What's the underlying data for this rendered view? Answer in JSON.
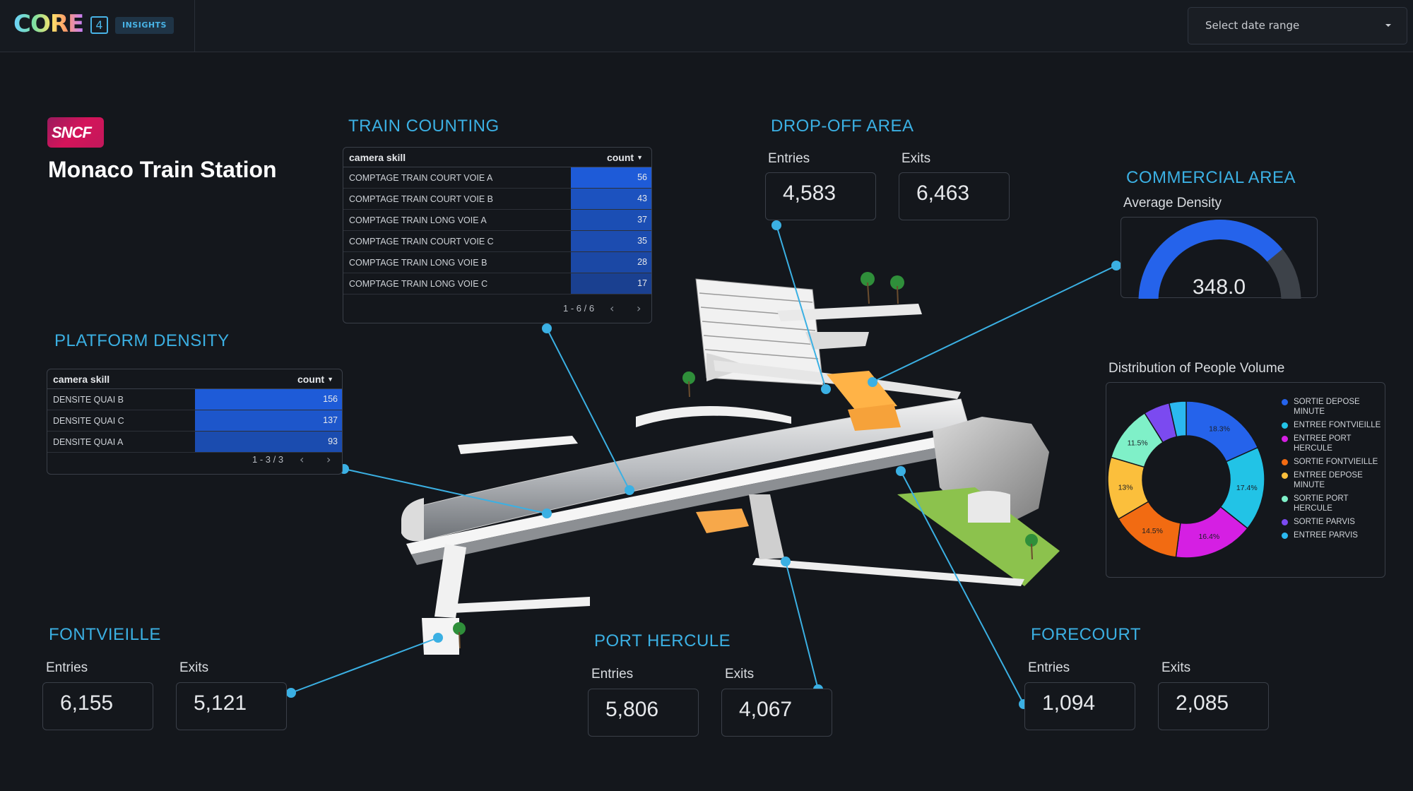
{
  "header": {
    "logo_text": "CORE",
    "logo_version": "4",
    "logo_tag": "INSIGHTS",
    "date_range_placeholder": "Select date range"
  },
  "station": {
    "brand_logo": "SNCF",
    "title": "Monaco Train Station"
  },
  "train_counting": {
    "title": "TRAIN COUNTING",
    "col_skill": "camera skill",
    "col_count": "count",
    "rows": [
      {
        "label": "COMPTAGE TRAIN COURT VOIE A",
        "value": "56"
      },
      {
        "label": "COMPTAGE TRAIN COURT VOIE B",
        "value": "43"
      },
      {
        "label": "COMPTAGE TRAIN LONG VOIE A",
        "value": "37"
      },
      {
        "label": "COMPTAGE TRAIN COURT VOIE C",
        "value": "35"
      },
      {
        "label": "COMPTAGE TRAIN LONG VOIE B",
        "value": "28"
      },
      {
        "label": "COMPTAGE TRAIN LONG VOIE C",
        "value": "17"
      }
    ],
    "pager": "1 - 6 / 6"
  },
  "platform_density": {
    "title": "PLATFORM DENSITY",
    "col_skill": "camera skill",
    "col_count": "count",
    "rows": [
      {
        "label": "DENSITE QUAI B",
        "value": "156"
      },
      {
        "label": "DENSITE QUAI C",
        "value": "137"
      },
      {
        "label": "DENSITE QUAI A",
        "value": "93"
      }
    ],
    "pager": "1 - 3 / 3"
  },
  "drop_off": {
    "title": "DROP-OFF AREA",
    "entries_label": "Entries",
    "exits_label": "Exits",
    "entries": "4,583",
    "exits": "6,463"
  },
  "commercial": {
    "title": "COMMERCIAL AREA",
    "density_label": "Average Density",
    "density_value": "348.0",
    "gauge_fraction": 0.78
  },
  "distribution": {
    "title": "Distribution of People Volume"
  },
  "fontvieille": {
    "title": "FONTVIEILLE",
    "entries_label": "Entries",
    "exits_label": "Exits",
    "entries": "6,155",
    "exits": "5,121"
  },
  "port_hercule": {
    "title": "PORT HERCULE",
    "entries_label": "Entries",
    "exits_label": "Exits",
    "entries": "5,806",
    "exits": "4,067"
  },
  "forecourt": {
    "title": "FORECOURT",
    "entries_label": "Entries",
    "exits_label": "Exits",
    "entries": "1,094",
    "exits": "2,085"
  },
  "colors": {
    "accent": "#3bb0e3",
    "bar_blue": "#1e5bd8"
  },
  "chart_data": {
    "type": "pie",
    "title": "Distribution of People Volume",
    "series": [
      {
        "name": "SORTIE DEPOSE MINUTE",
        "value": 18.3,
        "label": "18.3%",
        "color": "#2563eb"
      },
      {
        "name": "ENTREE FONTVIEILLE",
        "value": 17.4,
        "label": "17.4%",
        "color": "#22c3e6"
      },
      {
        "name": "ENTREE PORT HERCULE",
        "value": 16.4,
        "label": "16.4%",
        "color": "#d51fe3"
      },
      {
        "name": "SORTIE FONTVIEILLE",
        "value": 14.5,
        "label": "14.5%",
        "color": "#f26b12"
      },
      {
        "name": "ENTREE DEPOSE MINUTE",
        "value": 13,
        "label": "13%",
        "color": "#fbbf3c"
      },
      {
        "name": "SORTIE PORT HERCULE",
        "value": 11.5,
        "label": "11.5%",
        "color": "#7ff0c8"
      },
      {
        "name": "SORTIE PARVIS",
        "value": 5.4,
        "label": "",
        "color": "#7b4af0"
      },
      {
        "name": "ENTREE PARVIS",
        "value": 3.5,
        "label": "",
        "color": "#2bb8f0"
      }
    ],
    "legend": "right"
  }
}
